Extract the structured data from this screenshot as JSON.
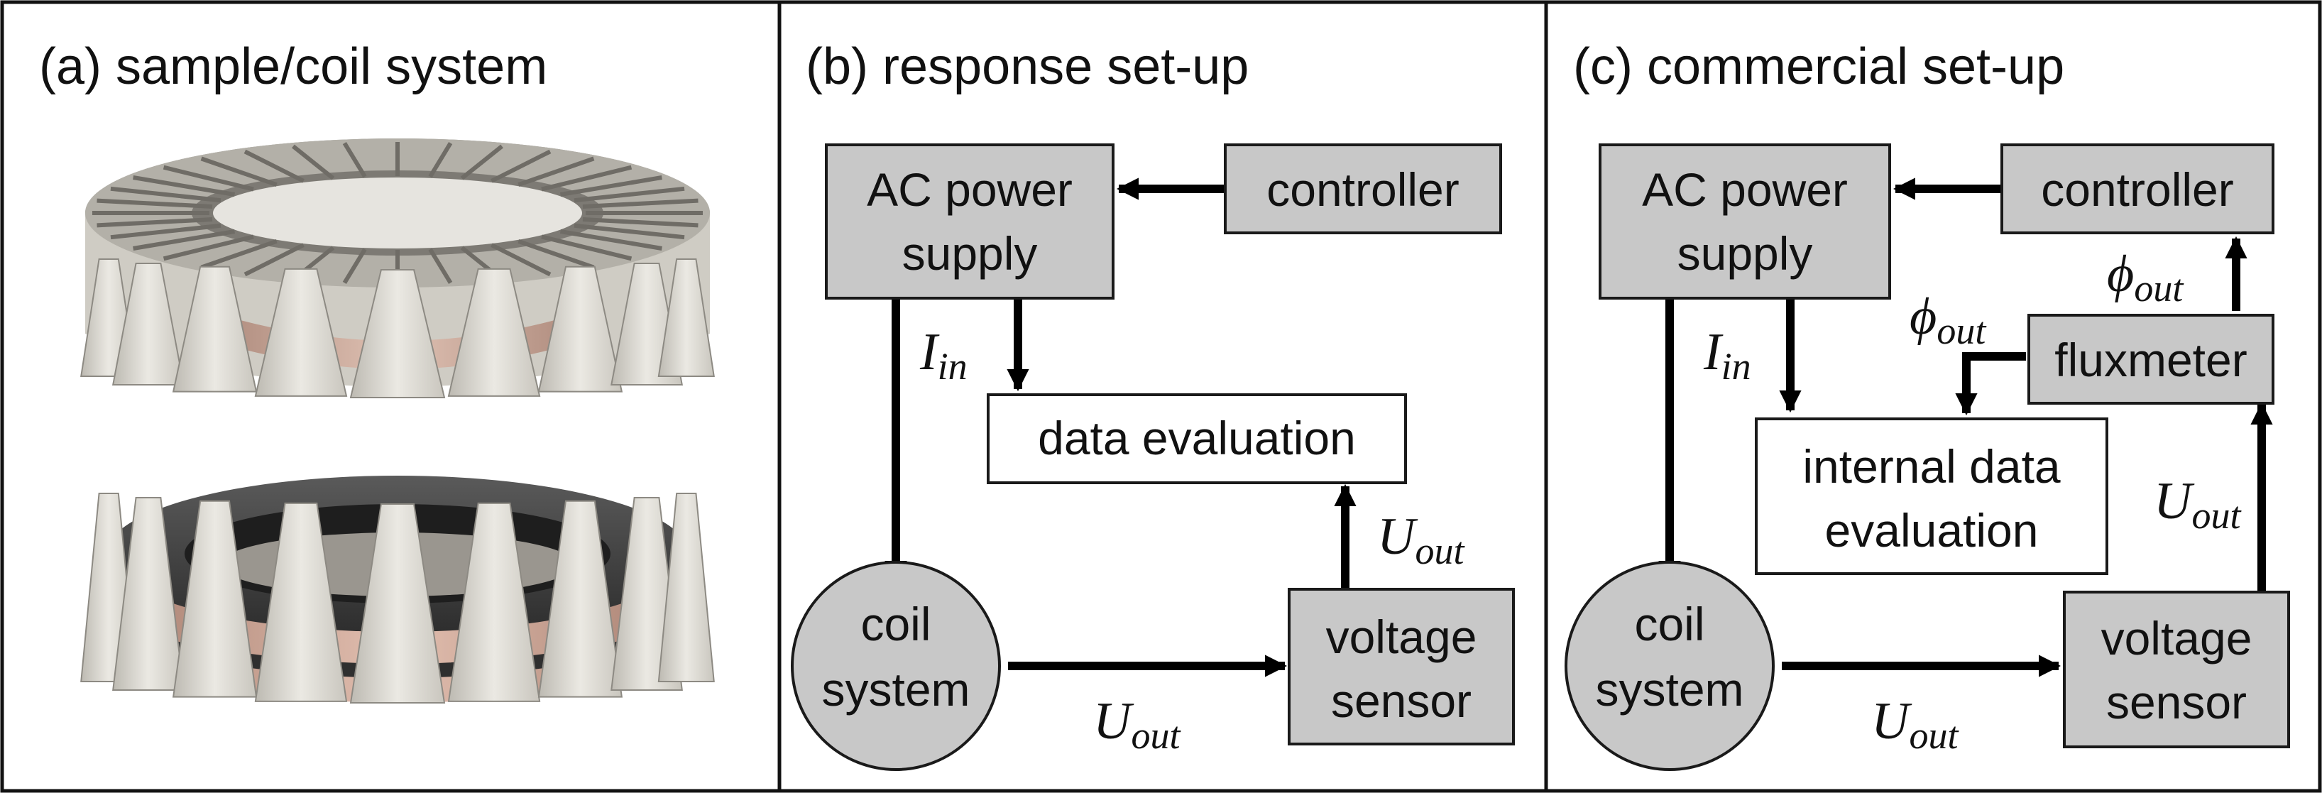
{
  "panels": {
    "a": {
      "title": "(a) sample/coil system"
    },
    "b": {
      "title": "(b) response set-up",
      "ac_power_supply": [
        "AC power",
        "supply"
      ],
      "controller": "controller",
      "data_evaluation": "data evaluation",
      "coil_system": [
        "coil",
        "system"
      ],
      "voltage_sensor": [
        "voltage",
        "sensor"
      ],
      "i_in": {
        "base": "I",
        "sub": "in"
      },
      "u_out_right": {
        "base": "U",
        "sub": "out"
      },
      "u_out_bottom": {
        "base": "U",
        "sub": "out"
      }
    },
    "c": {
      "title": "(c) commercial set-up",
      "ac_power_supply": [
        "AC power",
        "supply"
      ],
      "controller": "controller",
      "fluxmeter": "fluxmeter",
      "internal_data_evaluation": [
        "internal data",
        "evaluation"
      ],
      "coil_system": [
        "coil",
        "system"
      ],
      "voltage_sensor": [
        "voltage",
        "sensor"
      ],
      "i_in": {
        "base": "I",
        "sub": "in"
      },
      "phi_out_top": {
        "base": "ϕ",
        "sub": "out"
      },
      "phi_out_left": {
        "base": "ϕ",
        "sub": "out"
      },
      "u_out_right": {
        "base": "U",
        "sub": "out"
      },
      "u_out_bottom": {
        "base": "U",
        "sub": "out"
      }
    }
  },
  "colors": {
    "box_fill": "#c8c8c8",
    "box_stroke": "#1a1a1a",
    "arrow": "#000000",
    "coil_copper": "#c99f8e",
    "core_gray": "#d9d7d2",
    "core_dark": "#6f6f6f"
  }
}
